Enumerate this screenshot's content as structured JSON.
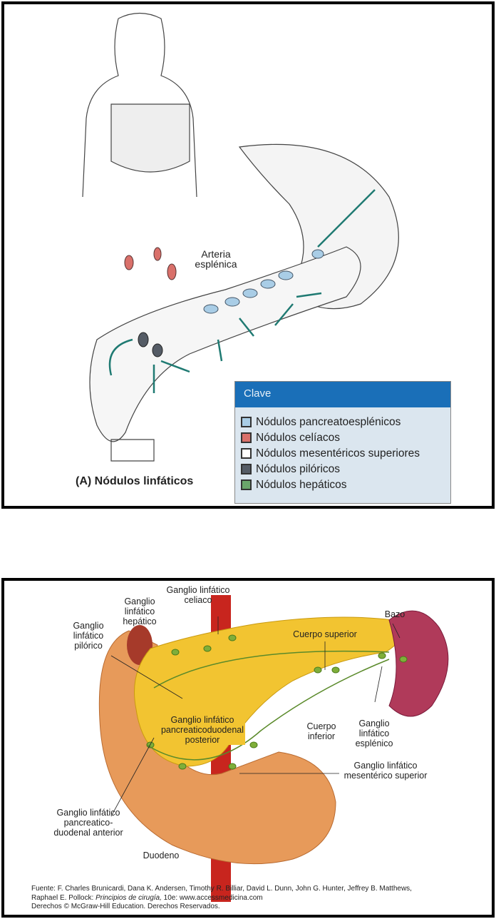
{
  "panel_a": {
    "title": "(A) Nódulos linfáticos",
    "artery_label": "Arteria esplénica",
    "legend": {
      "header": "Clave",
      "items": [
        {
          "label": "Nódulos pancreatoesplénicos",
          "color": "#a9cde6"
        },
        {
          "label": "Nódulos celíacos",
          "color": "#d9706a"
        },
        {
          "label": "Nódulos mesentéricos superiores",
          "color": "#ffffff"
        },
        {
          "label": "Nódulos pilóricos",
          "color": "#555c66"
        },
        {
          "label": "Nódulos hepáticos",
          "color": "#6aa56a"
        }
      ]
    }
  },
  "panel_b": {
    "labels": {
      "celiaco": "Ganglio linfático celiaco",
      "hepatico": "Ganglio linfático hepático",
      "pilorico": "Ganglio linfático pilórico",
      "bazo": "Bazo",
      "cuerpo_superior": "Cuerpo superior",
      "posterior": "Ganglio linfático pancreaticoduodenal posterior",
      "cuerpo_inferior": "Cuerpo inferior",
      "esplenico": "Ganglio linfático esplénico",
      "mesenterico": "Ganglio linfático mesentérico superior",
      "anterior": "Ganglio linfático pancreatico-duodenal anterior",
      "duodeno": "Duodeno"
    },
    "source": {
      "line1": "Fuente: F. Charles Brunicardi, Dana K. Andersen, Timothy R. Billiar, David L. Dunn, John G. Hunter, Jeffrey B. Matthews,",
      "line2_prefix": "Raphael E. Pollock: ",
      "line2_title": "Principios de cirugía,",
      "line2_suffix": " 10e: www.accessmedicina.com",
      "line3": "Derechos © McGraw-Hill Education. Derechos Reservados."
    }
  }
}
